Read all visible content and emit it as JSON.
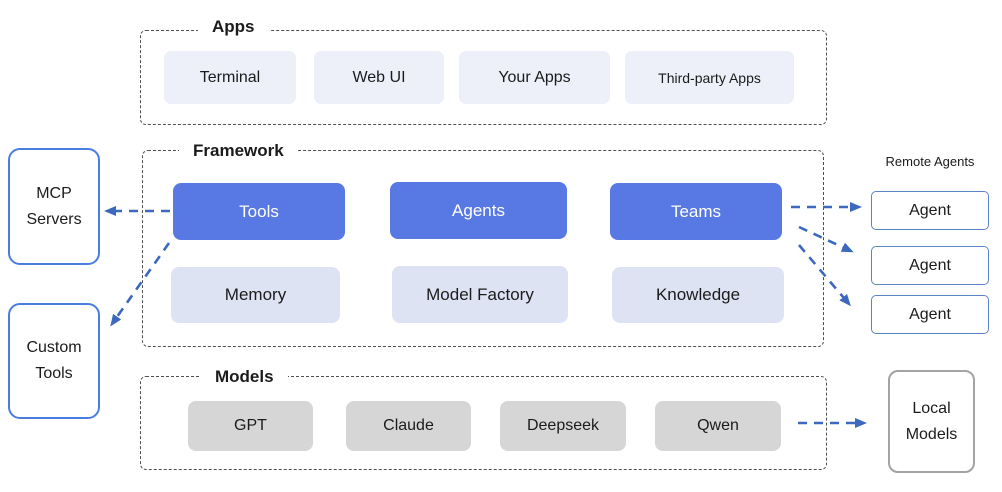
{
  "colors": {
    "primary_blue": "#5879e3",
    "arrow_blue": "#3c68bd",
    "app_box_bg": "#edf0f9",
    "framework_box_bg": "#dee3f4",
    "model_box_bg": "#d6d6d6",
    "node_border_blue": "#4a7de0",
    "agent_border_blue": "#5b84c8",
    "local_border_gray": "#a3a3a3",
    "container_border": "#4f4f4f",
    "text_dark": "#1b1b1b"
  },
  "sections": {
    "apps": {
      "label": "Apps",
      "items": [
        "Terminal",
        "Web UI",
        "Your Apps",
        "Third-party Apps"
      ]
    },
    "framework": {
      "label": "Framework",
      "primary": [
        "Tools",
        "Agents",
        "Teams"
      ],
      "secondary": [
        "Memory",
        "Model Factory",
        "Knowledge"
      ]
    },
    "models": {
      "label": "Models",
      "items": [
        "GPT",
        "Claude",
        "Deepseek",
        "Qwen"
      ]
    }
  },
  "side_nodes": {
    "mcp_servers": {
      "line1": "MCP",
      "line2": "Servers"
    },
    "custom_tools": {
      "line1": "Custom",
      "line2": "Tools"
    },
    "local_models": {
      "line1": "Local",
      "line2": "Models"
    }
  },
  "remote_agents": {
    "label": "Remote Agents",
    "agents": [
      "Agent",
      "Agent",
      "Agent"
    ]
  }
}
